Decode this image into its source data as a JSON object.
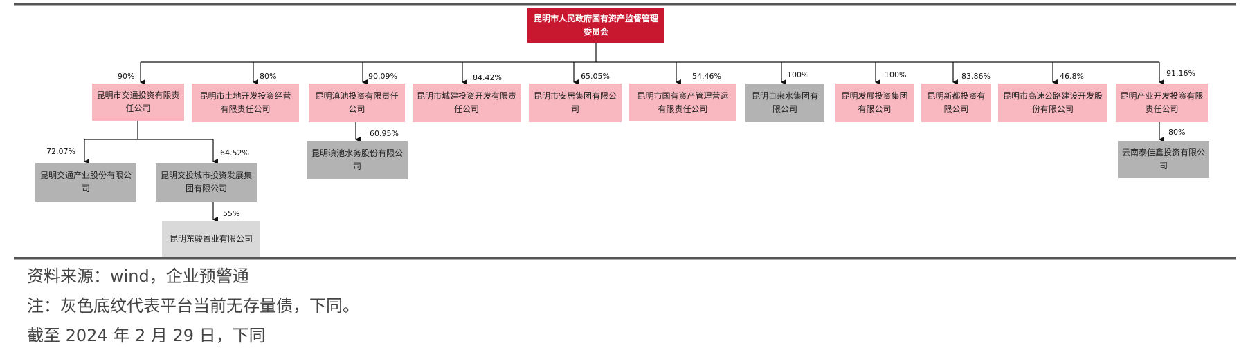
{
  "root": {
    "label": "昆明市人民政府国有资产监督管理委员会"
  },
  "level1": [
    {
      "label": "昆明市交通投资有限责任公司",
      "pct": "90%",
      "status": "pink"
    },
    {
      "label": "昆明市土地开发投资经营有限责任公司",
      "pct": "80%",
      "status": "pink"
    },
    {
      "label": "昆明滇池投资有限责任公司",
      "pct": "90.09%",
      "status": "pink"
    },
    {
      "label": "昆明市城建投资开发有限责任公司",
      "pct": "84.42%",
      "status": "pink"
    },
    {
      "label": "昆明市安居集团有限公司",
      "pct": "65.05%",
      "status": "pink"
    },
    {
      "label": "昆明市国有资产管理营运有限责任公司",
      "pct": "54.46%",
      "status": "pink"
    },
    {
      "label": "昆明自来水集团有限公司",
      "pct": "100%",
      "status": "gray"
    },
    {
      "label": "昆明发展投资集团有限公司",
      "pct": "100%",
      "status": "pink"
    },
    {
      "label": "昆明新都投资有限公司",
      "pct": "83.86%",
      "status": "pink"
    },
    {
      "label": "昆明市高速公路建设开发股份有限公司",
      "pct": "46.8%",
      "status": "pink"
    },
    {
      "label": "昆明产业开发投资有限责任公司",
      "pct": "91.16%",
      "status": "pink"
    }
  ],
  "subsidiaries": {
    "jiaotong_a": {
      "label": "昆明交通产业股份有限公司",
      "pct": "72.07%"
    },
    "jiaotong_b": {
      "label": "昆明交投城市投资发展集团有限公司",
      "pct": "64.52%"
    },
    "dongjun": {
      "label": "昆明东骏置业有限公司",
      "pct": "55%"
    },
    "water": {
      "label": "昆明滇池水务股份有限公司",
      "pct": "60.95%"
    },
    "taijiaxin": {
      "label": "云南泰佳鑫投资有限公司",
      "pct": "80%"
    }
  },
  "notes": {
    "source": "资料来源：wind，企业预警通",
    "note": "注：灰色底纹代表平台当前无存量债，下同。",
    "date": "截至 2024 年 2 月 29 日，下同"
  },
  "colors": {
    "root": "#c8182f",
    "has_bond": "#f9b8c0",
    "no_bond": "#b3b3b3",
    "no_bond_light": "#d9d9d9",
    "rule": "#555555"
  }
}
